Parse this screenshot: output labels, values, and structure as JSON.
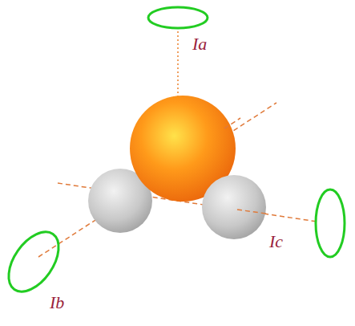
{
  "diagram": {
    "labels": [
      "Ia",
      "Ib",
      "Ic"
    ]
  }
}
